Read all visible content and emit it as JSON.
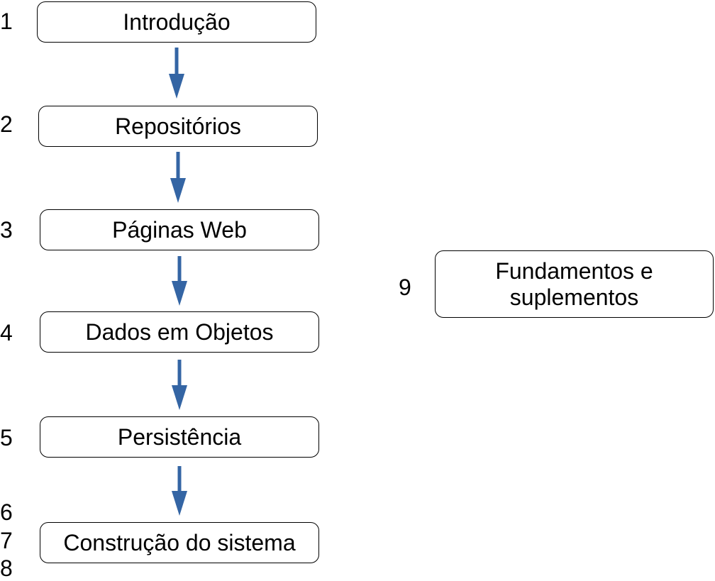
{
  "diagram": {
    "colors": {
      "arrow": "#3465a4",
      "border": "#000000",
      "text": "#000000"
    },
    "chapters": [
      {
        "label": "Introdução",
        "number": "1"
      },
      {
        "label": "Repositórios",
        "number": "2"
      },
      {
        "label": "Páginas Web",
        "number": "3"
      },
      {
        "label": "Dados em Objetos",
        "number": "4"
      },
      {
        "label": "Persistência",
        "number": "5"
      },
      {
        "label": "Construção do sistema",
        "numbers": [
          "6",
          "7",
          "8"
        ]
      }
    ],
    "side": {
      "label_line1": "Fundamentos e",
      "label_line2": "suplementos",
      "number": "9"
    }
  }
}
